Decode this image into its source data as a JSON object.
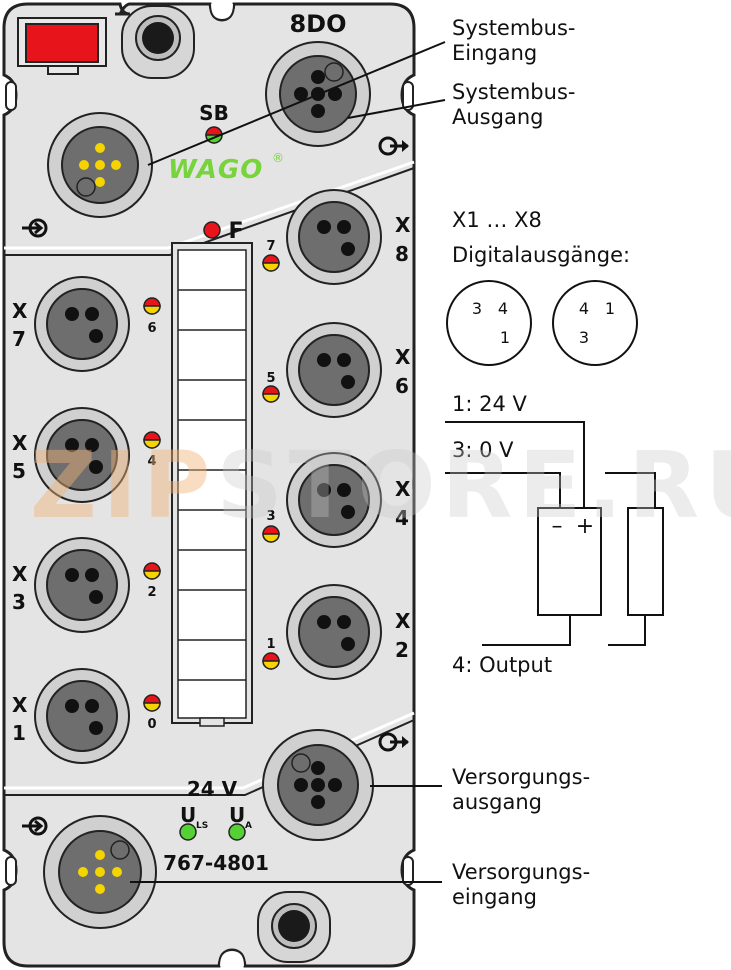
{
  "module": {
    "title": "8DO",
    "bus_led_label": "SB",
    "error_led_label": "F",
    "brand": "WAGO",
    "registered": "®",
    "voltage": "24 V",
    "ul_main": "U",
    "ul_sub": "LS",
    "ua_main": "U",
    "ua_sub": "A",
    "part_number": "767-4801",
    "ports_left": [
      {
        "letter": "X",
        "num": "7",
        "led": "6"
      },
      {
        "letter": "X",
        "num": "5",
        "led": "4"
      },
      {
        "letter": "X",
        "num": "3",
        "led": "2"
      },
      {
        "letter": "X",
        "num": "1",
        "led": "0"
      }
    ],
    "ports_right": [
      {
        "letter": "X",
        "num": "8",
        "led": "7"
      },
      {
        "letter": "X",
        "num": "6",
        "led": "5"
      },
      {
        "letter": "X",
        "num": "4",
        "led": "3"
      },
      {
        "letter": "X",
        "num": "2",
        "led": "1"
      }
    ],
    "colors": {
      "housing": "#e4e4e4",
      "border": "#222222",
      "ring": "#cfcfcf",
      "socket": "#6b6b6b",
      "red_led": "#e8141b",
      "yellow": "#f5d400",
      "green_led": "#55d035",
      "brand_green": "#77d43c",
      "red_latch": "#e8141b"
    }
  },
  "callouts": {
    "systembus_in": [
      "Systembus-",
      "Eingang"
    ],
    "systembus_out": [
      "Systembus-",
      "Ausgang"
    ],
    "supply_out": [
      "Versorgungs-",
      "ausgang"
    ],
    "supply_in": [
      "Versorgungs-",
      "eingang"
    ]
  },
  "legend": {
    "range": "X1 … X8",
    "title": "Digitalausgänge:",
    "pinout_left": [
      "3",
      "4",
      "1"
    ],
    "pinout_right": [
      "4",
      "1",
      "3"
    ],
    "pin1": "1: 24 V",
    "pin3": "3: 0 V",
    "pin4": "4: Output",
    "minus": "–",
    "plus": "+"
  },
  "watermark": {
    "part1": "ZIP",
    "part2": "STORE.RU"
  }
}
